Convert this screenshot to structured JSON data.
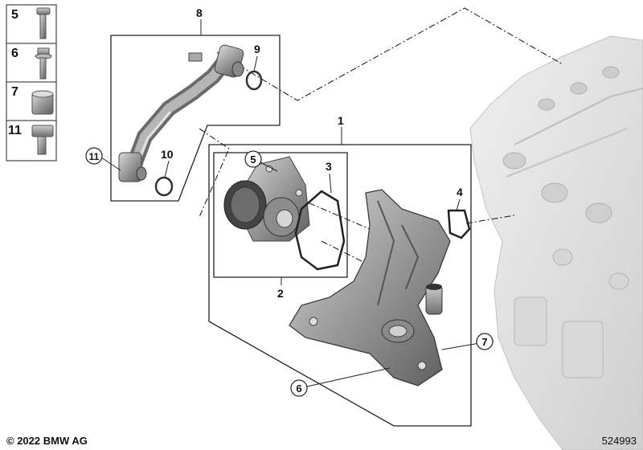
{
  "legend": [
    {
      "num": "5",
      "icon": "torx-bolt-icon"
    },
    {
      "num": "6",
      "icon": "hex-flange-bolt-icon"
    },
    {
      "num": "7",
      "icon": "dowel-sleeve-icon"
    },
    {
      "num": "11",
      "icon": "hex-bolt-icon"
    }
  ],
  "callouts": {
    "c1": "1",
    "c2": "2",
    "c3": "3",
    "c4": "4",
    "c5": "5",
    "c6": "6",
    "c7": "7",
    "c8": "8",
    "c9": "9",
    "c10": "10",
    "c11": "11"
  },
  "footer": {
    "copyright": "© 2022 BMW AG",
    "reference": "524993"
  },
  "colors": {
    "engine_block": "#e3e3e3",
    "parts_metal": "#9a9a9a",
    "lines": "#222222"
  }
}
